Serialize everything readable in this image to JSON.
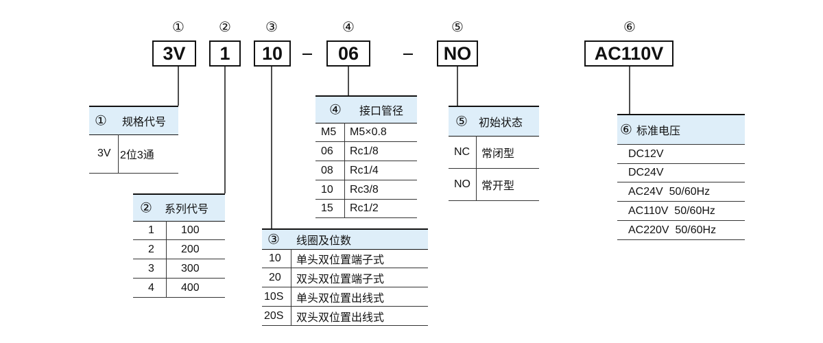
{
  "header_codes": [
    {
      "marker": "①",
      "code": "3V"
    },
    {
      "marker": "②",
      "code": "1"
    },
    {
      "marker": "③",
      "code": "10"
    },
    {
      "marker": "④",
      "code": "06"
    },
    {
      "marker": "⑤",
      "code": "NO"
    },
    {
      "marker": "⑥",
      "code": "AC110V"
    }
  ],
  "tables": {
    "spec_code": {
      "marker": "①",
      "title": "规格代号",
      "rows": [
        [
          "3V",
          "2位3通"
        ]
      ]
    },
    "series_code": {
      "marker": "②",
      "title": "系列代号",
      "rows": [
        [
          "1",
          "100"
        ],
        [
          "2",
          "200"
        ],
        [
          "3",
          "300"
        ],
        [
          "4",
          "400"
        ]
      ]
    },
    "coil_position": {
      "marker": "③",
      "title": "线圈及位数",
      "rows": [
        [
          "10",
          "单头双位置端子式"
        ],
        [
          "20",
          "双头双位置端子式"
        ],
        [
          "10S",
          "单头双位置出线式"
        ],
        [
          "20S",
          "双头双位置出线式"
        ]
      ]
    },
    "port_size": {
      "marker": "④",
      "title": "接口管径",
      "rows": [
        [
          "M5",
          "M5×0.8"
        ],
        [
          "06",
          "Rc1/8"
        ],
        [
          "08",
          "Rc1/4"
        ],
        [
          "10",
          "Rc3/8"
        ],
        [
          "15",
          "Rc1/2"
        ]
      ]
    },
    "initial_state": {
      "marker": "⑤",
      "title": "初始状态",
      "rows": [
        [
          "NC",
          "常闭型"
        ],
        [
          "NO",
          "常开型"
        ]
      ]
    },
    "voltage": {
      "marker": "⑥",
      "title": "标准电压",
      "rows": [
        "DC12V",
        "DC24V",
        "AC24V  50/60Hz",
        "AC110V  50/60Hz",
        "AC220V  50/60Hz"
      ]
    }
  }
}
